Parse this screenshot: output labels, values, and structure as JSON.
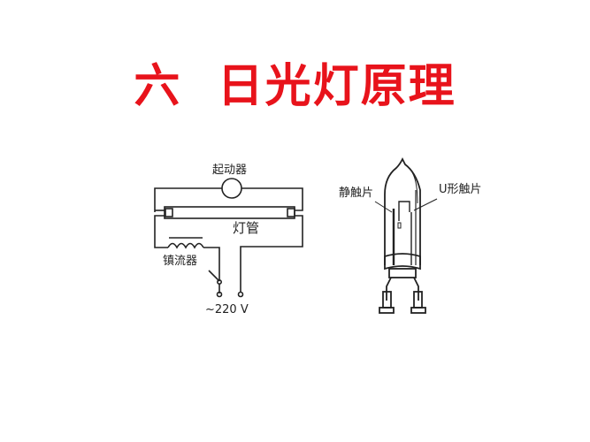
{
  "slide": {
    "title": "六  日光灯原理",
    "title_color": "#e8131b"
  },
  "circuit": {
    "starter_label": "起动器",
    "tube_label": "灯管",
    "ballast_label": "镇流器",
    "supply_label": "~220 V"
  },
  "starter_bulb": {
    "static_contact_label": "静触片",
    "u_contact_label": "U形触片"
  }
}
